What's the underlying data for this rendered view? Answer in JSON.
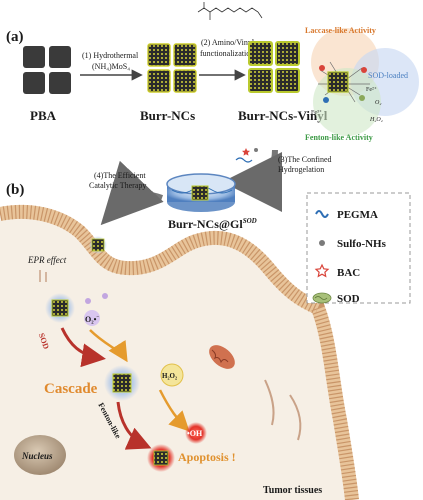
{
  "panel_a": {
    "label": "(a)",
    "pba": "PBA",
    "burr_ncs": "Burr-NCs",
    "burr_ncs_vinyl": "Burr-NCs-Vinyl",
    "step1_line1": "(1) Hydrothermal",
    "step1_line2": "(NH₄)MoS₄",
    "step2_line1": "(2) Amino/Vinyl",
    "step2_line2": "functionalization",
    "step3_line1": "(3)The Confined",
    "step3_line2": "Hydrogelation",
    "step4_line1": "(4)The Efficient",
    "step4_line2": "Catalytic Therapy",
    "hydrogel_label": "Burr-NCs@Gl",
    "hydrogel_sup": "SOD",
    "laccase": "Laccase-like Activity",
    "sod_loaded": "SOD-loaded",
    "fenton_activity": "Fenton-like Activity",
    "fe3": "Fe³⁺",
    "fe2": "Fe²⁺",
    "h2o2_small": "H₂O₂",
    "o2_small": "O₂"
  },
  "legend": {
    "items": [
      {
        "label": "PEGMA",
        "icon": "wave-icon",
        "color": "#2f6fb5"
      },
      {
        "label": "Sulfo-NHs",
        "icon": "dot-icon",
        "color": "#7a7a7a"
      },
      {
        "label": "BAC",
        "icon": "star-icon",
        "color": "#d9443a"
      },
      {
        "label": "SOD",
        "icon": "protein-icon",
        "color": "#8aa85a"
      }
    ]
  },
  "panel_b": {
    "label": "(b)",
    "epr": "EPR effect",
    "o2_radical": "O₂•",
    "o2_radical_sup": "−",
    "sod": "SOD",
    "cascade": "Cascade",
    "h2o2": "H₂O₂",
    "oh": "•OH",
    "fenton": "Fenton-like",
    "apoptosis": "Apoptosis !",
    "nucleus": "Nucleus",
    "tumor": "Tumor tissues"
  },
  "colors": {
    "laccase": "#d8772b",
    "fenton": "#3c9a45",
    "sod_blue": "#4a7fc0",
    "cascade": "#e08a2e",
    "apoptosis": "#e0912e",
    "membrane": "#e3b98a",
    "tissue": "#f6efe5"
  }
}
